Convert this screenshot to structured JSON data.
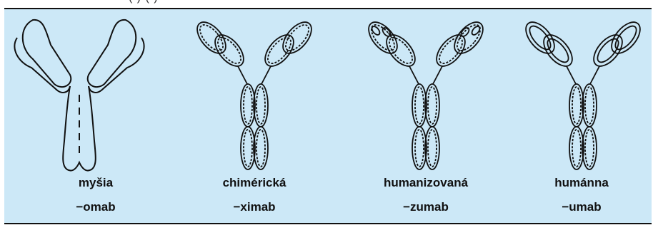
{
  "antibodies": [
    {
      "type": "myšia",
      "suffix": "−omab"
    },
    {
      "type": "chimérická",
      "suffix": "−ximab"
    },
    {
      "type": "humanizovaná",
      "suffix": "−zumab"
    },
    {
      "type": "humánna",
      "suffix": "−umab"
    }
  ]
}
